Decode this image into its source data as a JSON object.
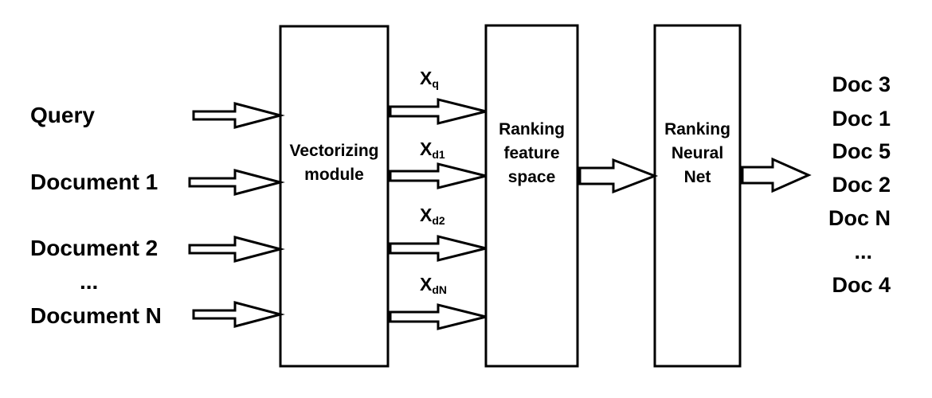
{
  "inputs": {
    "query": "Query",
    "doc1": "Document 1",
    "doc2": "Document 2",
    "ellipsis": "...",
    "docN": "Document N"
  },
  "vectors": [
    {
      "base": "X",
      "sub": "q"
    },
    {
      "base": "X",
      "sub": "d1"
    },
    {
      "base": "X",
      "sub": "d2"
    },
    {
      "base": "X",
      "sub": "dN"
    }
  ],
  "boxes": {
    "vectorizing": [
      "Vectorizing",
      "module"
    ],
    "feature_space": [
      "Ranking",
      "feature",
      "space"
    ],
    "neural_net": [
      "Ranking",
      "Neural",
      "Net"
    ]
  },
  "outputs": [
    "Doc 3",
    "Doc 1",
    "Doc 5",
    "Doc 2",
    "Doc N",
    "...",
    "Doc 4"
  ]
}
